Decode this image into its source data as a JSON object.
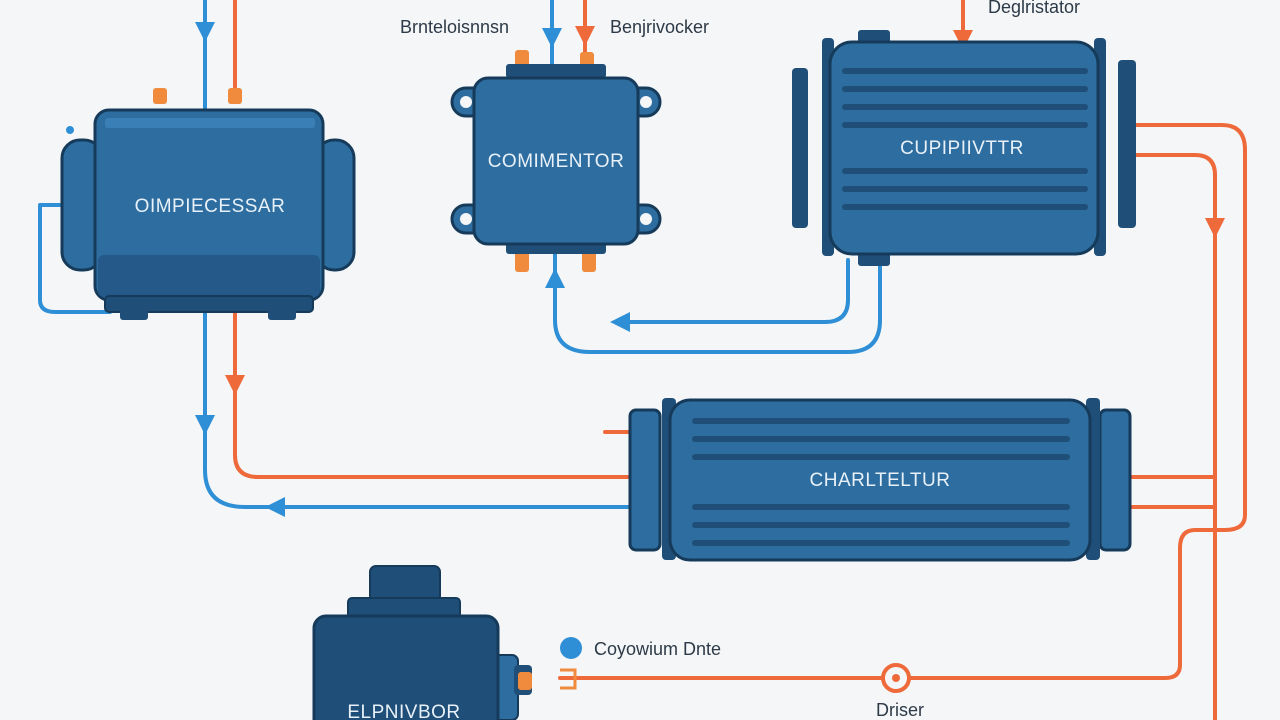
{
  "labels": {
    "compressor": "OIMPIECESSAR",
    "connector": "COMIMENTOR",
    "condenser_top": "CUPIPIIVTTR",
    "condenser_mid": "CHARLTELTUR",
    "evaporator": "ELPNIVBOR",
    "top_left": "Brnteloisnnsn",
    "top_mid": "Benjrivocker",
    "top_right": "Deglristator",
    "legend_dot": "Coyowium Dnte",
    "bottom_valve": "Driser"
  },
  "colors": {
    "background": "#f4f6f8",
    "unit_body": "#2e6da0",
    "unit_dark": "#1f4e78",
    "unit_outline": "#163a5a",
    "pipe_blue": "#2f8fd6",
    "pipe_orange": "#ee6a3a",
    "fitting": "#f08a3c"
  }
}
